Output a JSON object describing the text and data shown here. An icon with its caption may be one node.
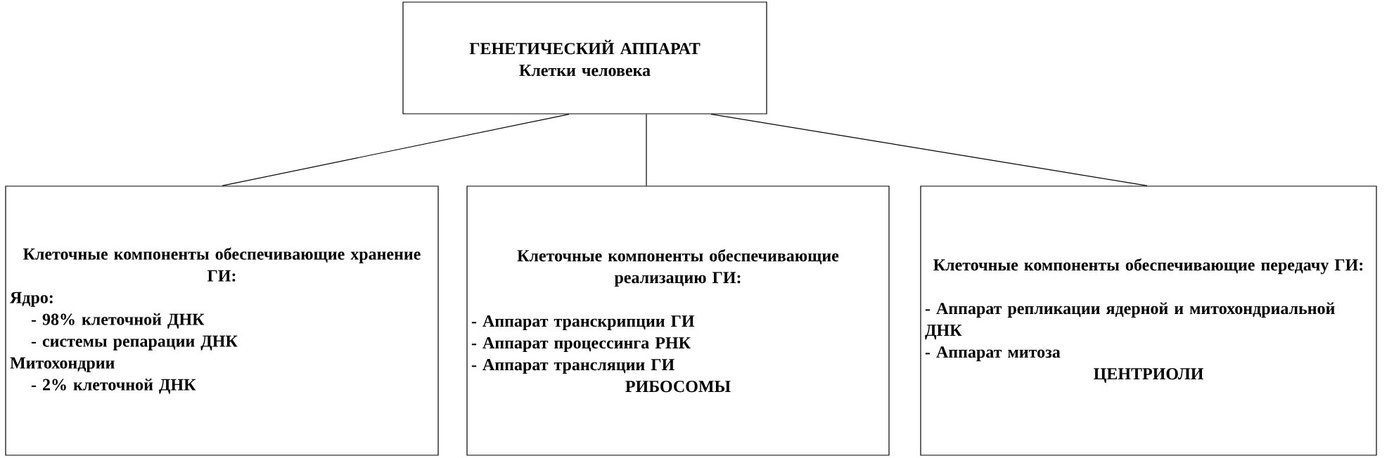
{
  "diagram": {
    "nodes": [
      {
        "text": [
          "ГЕНЕТИЧЕСКИЙ АППАРАТ",
          "Клетки человека"
        ]
      },
      {
        "text": [
          "Клеточные компоненты обеспечивающие хранение ГИ:",
          "Ядро:",
          "- 98% клеточной ДНК",
          "- системы репарации ДНК",
          "Митохондрии",
          "- 2% клеточной ДНК"
        ]
      },
      {
        "text": [
          "Клеточные компоненты обеспечивающие реализацию ГИ:",
          "- Аппарат транскрипции ГИ",
          "- Аппарат процессинга РНК",
          "- Аппарат трансляции ГИ",
          "РИБОСОМЫ"
        ]
      },
      {
        "text": [
          "Клеточные компоненты обеспечивающие передачу ГИ:",
          "- Аппарат репликации ядерной и митохондриальной ДНК",
          "- Аппарат митоза",
          "ЦЕНТРИОЛИ"
        ]
      }
    ],
    "edges": [
      {
        "from": 0,
        "to": 1,
        "arrow": "none"
      },
      {
        "from": 0,
        "to": 2,
        "arrow": "none"
      },
      {
        "from": 0,
        "to": 3,
        "arrow": "none"
      }
    ]
  }
}
